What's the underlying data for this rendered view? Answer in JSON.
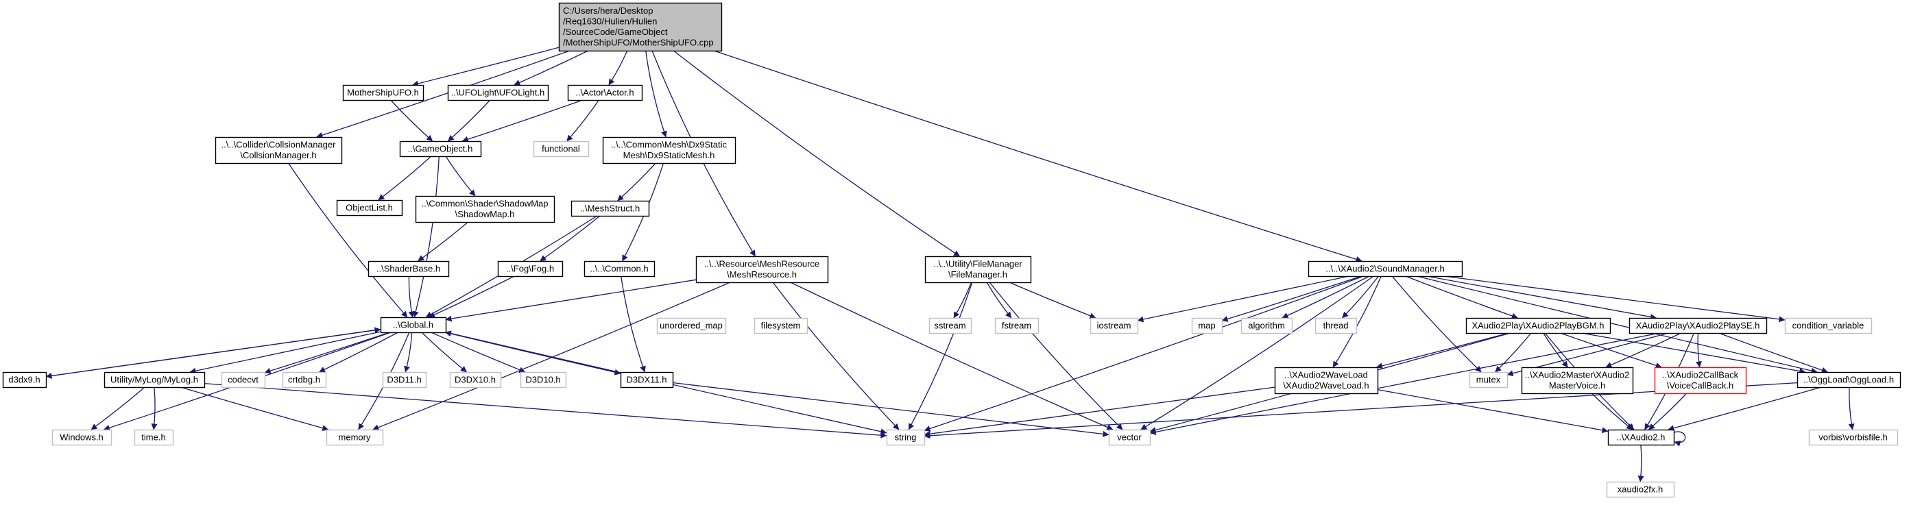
{
  "colors": {
    "edge": "#191970",
    "root_fill": "#bfbfbf",
    "system_border": "#bfbfbf",
    "highlight_border": "#ff0000"
  },
  "nodes": [
    {
      "id": "root",
      "lines": [
        "C:/Users/hera/Desktop",
        "/Req1630/Hulien/Hulien",
        "/SourceCode/GameObject",
        "/MotherShipUFO/MotherShipUFO.cpp"
      ],
      "kind": "root"
    },
    {
      "id": "mothershipufo_h",
      "lines": [
        "MotherShipUFO.h"
      ],
      "kind": "local"
    },
    {
      "id": "ufolight_h",
      "lines": [
        "..\\UFOLight\\UFOLight.h"
      ],
      "kind": "local"
    },
    {
      "id": "actor_h",
      "lines": [
        "..\\Actor\\Actor.h"
      ],
      "kind": "local"
    },
    {
      "id": "collision_h",
      "lines": [
        "..\\..\\Collider\\CollsionManager",
        "\\CollsionManager.h"
      ],
      "kind": "local"
    },
    {
      "id": "dx9mesh_h",
      "lines": [
        "..\\..\\Common\\Mesh\\Dx9Static",
        "Mesh\\Dx9StaticMesh.h"
      ],
      "kind": "local"
    },
    {
      "id": "gameobject_h",
      "lines": [
        "..\\GameObject.h"
      ],
      "kind": "local"
    },
    {
      "id": "functional",
      "lines": [
        "functional"
      ],
      "kind": "system"
    },
    {
      "id": "objectlist_h",
      "lines": [
        "ObjectList.h"
      ],
      "kind": "local"
    },
    {
      "id": "shadowmap_h",
      "lines": [
        "..\\Common\\Shader\\ShadowMap",
        "\\ShadowMap.h"
      ],
      "kind": "local"
    },
    {
      "id": "meshstruct_h",
      "lines": [
        "..\\MeshStruct.h"
      ],
      "kind": "local"
    },
    {
      "id": "shaderbase_h",
      "lines": [
        "..\\ShaderBase.h"
      ],
      "kind": "local"
    },
    {
      "id": "fog_h",
      "lines": [
        "..\\Fog\\Fog.h"
      ],
      "kind": "local"
    },
    {
      "id": "common_h",
      "lines": [
        "..\\..\\Common.h"
      ],
      "kind": "local"
    },
    {
      "id": "meshresource_h",
      "lines": [
        "..\\..\\Resource\\MeshResource",
        "\\MeshResource.h"
      ],
      "kind": "local"
    },
    {
      "id": "filemanager_h",
      "lines": [
        "..\\..\\Utility\\FileManager",
        "\\FileManager.h"
      ],
      "kind": "local"
    },
    {
      "id": "soundmanager_h",
      "lines": [
        "..\\..\\XAudio2\\SoundManager.h"
      ],
      "kind": "local"
    },
    {
      "id": "global_h",
      "lines": [
        "..\\Global.h"
      ],
      "kind": "local"
    },
    {
      "id": "unordered_map",
      "lines": [
        "unordered_map"
      ],
      "kind": "system"
    },
    {
      "id": "filesystem",
      "lines": [
        "filesystem"
      ],
      "kind": "system"
    },
    {
      "id": "sstream",
      "lines": [
        "sstream"
      ],
      "kind": "system"
    },
    {
      "id": "fstream",
      "lines": [
        "fstream"
      ],
      "kind": "system"
    },
    {
      "id": "iostream",
      "lines": [
        "iostream"
      ],
      "kind": "system"
    },
    {
      "id": "map",
      "lines": [
        "map"
      ],
      "kind": "system"
    },
    {
      "id": "algorithm",
      "lines": [
        "algorithm"
      ],
      "kind": "system"
    },
    {
      "id": "thread",
      "lines": [
        "thread"
      ],
      "kind": "system"
    },
    {
      "id": "playbgm_h",
      "lines": [
        "XAudio2Play\\XAudio2PlayBGM.h"
      ],
      "kind": "local"
    },
    {
      "id": "playse_h",
      "lines": [
        "XAudio2Play\\XAudio2PlaySE.h"
      ],
      "kind": "local"
    },
    {
      "id": "condition_variable",
      "lines": [
        "condition_variable"
      ],
      "kind": "system"
    },
    {
      "id": "d3dx9_h",
      "lines": [
        "d3dx9.h"
      ],
      "kind": "local"
    },
    {
      "id": "mylog_h",
      "lines": [
        "Utility/MyLog/MyLog.h"
      ],
      "kind": "local"
    },
    {
      "id": "codecvt",
      "lines": [
        "codecvt"
      ],
      "kind": "system"
    },
    {
      "id": "crtdbg_h",
      "lines": [
        "crtdbg.h"
      ],
      "kind": "system"
    },
    {
      "id": "d3d11_h",
      "lines": [
        "D3D11.h"
      ],
      "kind": "system"
    },
    {
      "id": "d3dx10_h",
      "lines": [
        "D3DX10.h"
      ],
      "kind": "system"
    },
    {
      "id": "d3d10_h",
      "lines": [
        "D3D10.h"
      ],
      "kind": "system"
    },
    {
      "id": "d3dx11_h",
      "lines": [
        "D3DX11.h"
      ],
      "kind": "local"
    },
    {
      "id": "waveload_h",
      "lines": [
        "..\\XAudio2WaveLoad",
        "\\XAudio2WaveLoad.h"
      ],
      "kind": "local"
    },
    {
      "id": "mutex",
      "lines": [
        "mutex"
      ],
      "kind": "system"
    },
    {
      "id": "mastervoice_h",
      "lines": [
        "..\\XAudio2Master\\XAudio2",
        "MasterVoice.h"
      ],
      "kind": "local"
    },
    {
      "id": "voicecallback_h",
      "lines": [
        "..\\XAudio2CallBack",
        "\\VoiceCallBack.h"
      ],
      "kind": "highlight"
    },
    {
      "id": "oggload_h",
      "lines": [
        "..\\OggLoad\\OggLoad.h"
      ],
      "kind": "local"
    },
    {
      "id": "windows_h",
      "lines": [
        "Windows.h"
      ],
      "kind": "system"
    },
    {
      "id": "time_h",
      "lines": [
        "time.h"
      ],
      "kind": "system"
    },
    {
      "id": "memory",
      "lines": [
        "memory"
      ],
      "kind": "system"
    },
    {
      "id": "string",
      "lines": [
        "string"
      ],
      "kind": "system"
    },
    {
      "id": "vector",
      "lines": [
        "vector"
      ],
      "kind": "system"
    },
    {
      "id": "xaudio2_h",
      "lines": [
        "..\\XAudio2.h"
      ],
      "kind": "local"
    },
    {
      "id": "vorbisfile_h",
      "lines": [
        "vorbis\\vorbisfile.h"
      ],
      "kind": "system"
    },
    {
      "id": "xaudio2fx_h",
      "lines": [
        "xaudio2fx.h"
      ],
      "kind": "system"
    }
  ],
  "edges": [
    [
      "root",
      "mothershipufo_h"
    ],
    [
      "root",
      "ufolight_h"
    ],
    [
      "root",
      "actor_h"
    ],
    [
      "root",
      "collision_h"
    ],
    [
      "root",
      "dx9mesh_h"
    ],
    [
      "root",
      "meshresource_h"
    ],
    [
      "root",
      "filemanager_h"
    ],
    [
      "root",
      "soundmanager_h"
    ],
    [
      "mothershipufo_h",
      "gameobject_h"
    ],
    [
      "ufolight_h",
      "gameobject_h"
    ],
    [
      "actor_h",
      "gameobject_h"
    ],
    [
      "actor_h",
      "functional"
    ],
    [
      "collision_h",
      "global_h"
    ],
    [
      "gameobject_h",
      "objectlist_h"
    ],
    [
      "gameobject_h",
      "shadowmap_h"
    ],
    [
      "gameobject_h",
      "global_h"
    ],
    [
      "shadowmap_h",
      "shaderbase_h"
    ],
    [
      "shaderbase_h",
      "global_h"
    ],
    [
      "dx9mesh_h",
      "meshstruct_h"
    ],
    [
      "dx9mesh_h",
      "common_h"
    ],
    [
      "meshstruct_h",
      "fog_h"
    ],
    [
      "meshstruct_h",
      "global_h"
    ],
    [
      "fog_h",
      "global_h"
    ],
    [
      "common_h",
      "d3dx11_h"
    ],
    [
      "meshresource_h",
      "global_h"
    ],
    [
      "meshresource_h",
      "memory"
    ],
    [
      "meshresource_h",
      "string"
    ],
    [
      "meshresource_h",
      "vector"
    ],
    [
      "filemanager_h",
      "sstream"
    ],
    [
      "filemanager_h",
      "fstream"
    ],
    [
      "filemanager_h",
      "iostream"
    ],
    [
      "filemanager_h",
      "string"
    ],
    [
      "filemanager_h",
      "vector"
    ],
    [
      "soundmanager_h",
      "iostream"
    ],
    [
      "soundmanager_h",
      "map"
    ],
    [
      "soundmanager_h",
      "algorithm"
    ],
    [
      "soundmanager_h",
      "thread"
    ],
    [
      "soundmanager_h",
      "playbgm_h"
    ],
    [
      "soundmanager_h",
      "playse_h"
    ],
    [
      "soundmanager_h",
      "condition_variable"
    ],
    [
      "soundmanager_h",
      "waveload_h"
    ],
    [
      "soundmanager_h",
      "mutex"
    ],
    [
      "soundmanager_h",
      "string"
    ],
    [
      "soundmanager_h",
      "vector"
    ],
    [
      "soundmanager_h",
      "oggload_h"
    ],
    [
      "global_h",
      "d3dx9_h"
    ],
    [
      "global_h",
      "mylog_h"
    ],
    [
      "global_h",
      "codecvt"
    ],
    [
      "global_h",
      "crtdbg_h"
    ],
    [
      "global_h",
      "d3d11_h"
    ],
    [
      "global_h",
      "d3dx10_h"
    ],
    [
      "global_h",
      "d3d10_h"
    ],
    [
      "global_h",
      "d3dx11_h"
    ],
    [
      "global_h",
      "windows_h"
    ],
    [
      "global_h",
      "memory"
    ],
    [
      "global_h",
      "string"
    ],
    [
      "d3dx9_h",
      "global_h"
    ],
    [
      "d3dx11_h",
      "global_h"
    ],
    [
      "d3dx11_h",
      "vector"
    ],
    [
      "mylog_h",
      "windows_h"
    ],
    [
      "mylog_h",
      "time_h"
    ],
    [
      "mylog_h",
      "memory"
    ],
    [
      "mylog_h",
      "string"
    ],
    [
      "playbgm_h",
      "waveload_h"
    ],
    [
      "playbgm_h",
      "mutex"
    ],
    [
      "playbgm_h",
      "vector"
    ],
    [
      "playbgm_h",
      "mastervoice_h"
    ],
    [
      "playbgm_h",
      "voicecallback_h"
    ],
    [
      "playbgm_h",
      "oggload_h"
    ],
    [
      "playbgm_h",
      "xaudio2_h"
    ],
    [
      "playse_h",
      "mutex"
    ],
    [
      "playse_h",
      "mastervoice_h"
    ],
    [
      "playse_h",
      "voicecallback_h"
    ],
    [
      "playse_h",
      "oggload_h"
    ],
    [
      "playse_h",
      "xaudio2_h"
    ],
    [
      "playse_h",
      "vector"
    ],
    [
      "waveload_h",
      "string"
    ],
    [
      "waveload_h",
      "xaudio2_h"
    ],
    [
      "mastervoice_h",
      "xaudio2_h"
    ],
    [
      "voicecallback_h",
      "xaudio2_h"
    ],
    [
      "oggload_h",
      "string"
    ],
    [
      "oggload_h",
      "xaudio2_h"
    ],
    [
      "oggload_h",
      "vorbisfile_h"
    ],
    [
      "xaudio2_h",
      "xaudio2_h"
    ],
    [
      "xaudio2_h",
      "xaudio2fx_h"
    ]
  ]
}
